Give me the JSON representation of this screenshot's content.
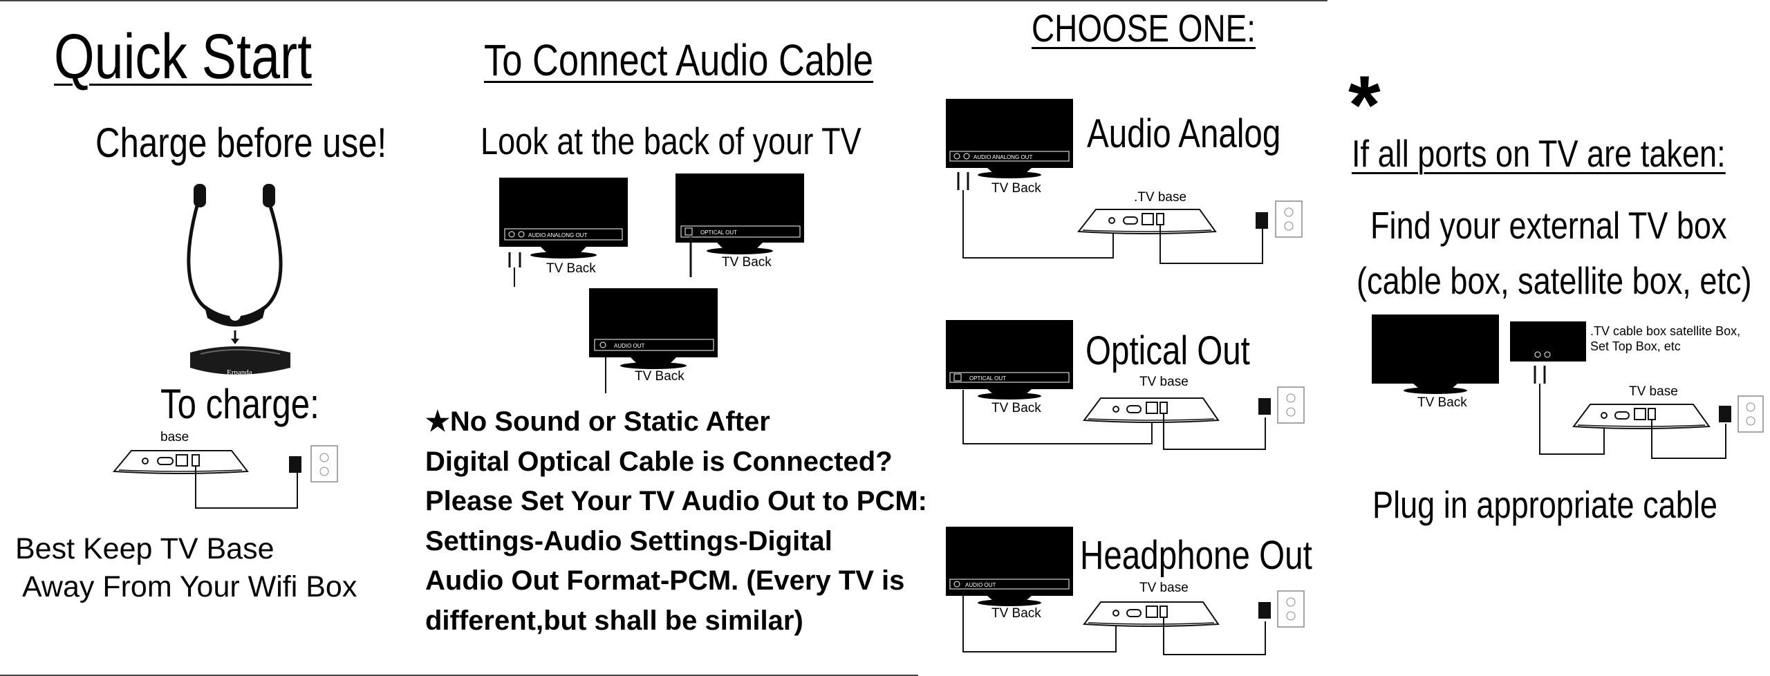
{
  "quick_start": {
    "title": "Quick Start",
    "charge_note": "Charge before use!",
    "to_charge": "To charge:",
    "base_label": "base",
    "brand": "Erpanda",
    "wifi_line1": "Best Keep TV Base",
    "wifi_line2": "Away From Your Wifi Box"
  },
  "connect": {
    "title": "To Connect Audio Cable",
    "subtitle": "Look at the back of your TV",
    "tv1_port": "AUDIO ANALONG OUT",
    "tv2_port": "OPTICAL OUT",
    "tv3_port": "AUDIO OUT",
    "tv_back": "TV Back",
    "note_lines": [
      "★No Sound or Static After",
      "Digital Optical Cable is Connected?",
      "Please Set Your TV Audio Out to PCM:",
      "Settings-Audio Settings-Digital",
      "Audio Out Format-PCM. (Every TV is",
      "different,but shall be similar)"
    ]
  },
  "choose": {
    "title": "CHOOSE ONE:",
    "options": [
      {
        "name": "Audio Analog",
        "port": "AUDIO ANALONG OUT",
        "tv_back": "TV Back",
        "base": ".TV base"
      },
      {
        "name": "Optical Out",
        "port": "OPTICAL OUT",
        "tv_back": "TV Back",
        "base": "TV base"
      },
      {
        "name": "Headphone Out",
        "port": "AUDIO OUT",
        "tv_back": "TV Back",
        "base": "TV base"
      }
    ]
  },
  "ports_taken": {
    "star": "*",
    "title": "If all ports on TV are taken:",
    "line1": "Find your external TV box",
    "line2": "(cable box, satellite box, etc)",
    "tv_back": "TV Back",
    "box_label": ".TV cable box  satellite Box, Set Top Box, etc",
    "base": "TV base",
    "plug": "Plug in appropriate cable"
  }
}
